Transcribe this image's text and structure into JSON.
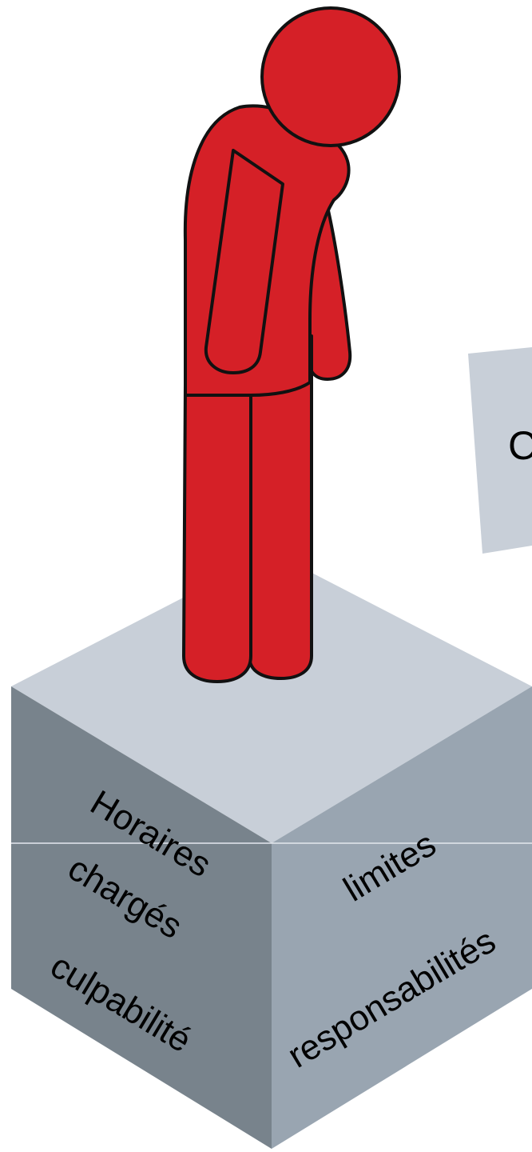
{
  "colors": {
    "background": "#ffffff",
    "figure_fill": "#d52027",
    "figure_outline": "#111111",
    "cube_top": "#c8cfd8",
    "cube_left": "#78838c",
    "cube_right": "#99a5b1",
    "card": "#c8cfd8"
  },
  "card": {
    "partial_text": "C"
  },
  "cube_left_face": {
    "word1": "Horaires",
    "word2": "chargés",
    "word3": "culpabilité"
  },
  "cube_right_face": {
    "word1": "limites",
    "word2": "responsabilités"
  }
}
